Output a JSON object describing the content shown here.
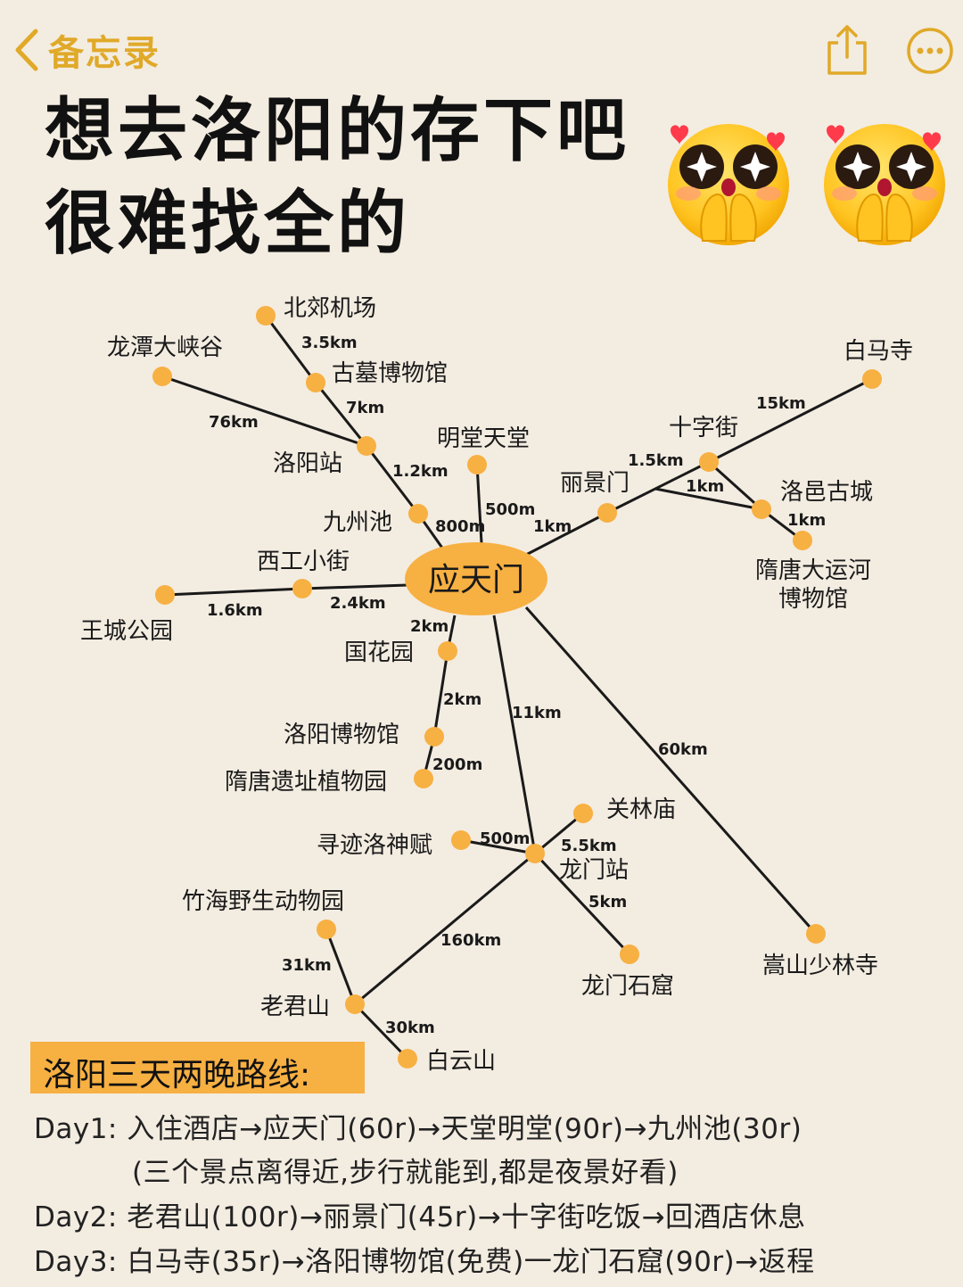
{
  "nav": {
    "back_label": "备忘录",
    "icons": [
      "chevron-left-icon",
      "share-icon",
      "more-icon"
    ]
  },
  "title": {
    "line1": "想去洛阳的存下吧",
    "line2": "很难找全的"
  },
  "decorations": [
    "pleading-face-emoji",
    "pleading-face-emoji"
  ],
  "colors": {
    "accent": "#e0a928",
    "node": "#f7b042",
    "background": "#f3ece1",
    "line": "#1a1a1a"
  },
  "map": {
    "center": "应天门",
    "places": {
      "airport": "北郊机场",
      "longtan": "龙潭大峡谷",
      "tomb": "古墓博物馆",
      "station": "洛阳站",
      "mingtang": "明堂天堂",
      "jiuzhou": "九州池",
      "xigong": "西工小街",
      "wangcheng": "王城公园",
      "guohua": "国花园",
      "museum": "洛阳博物馆",
      "suitang_park": "隋唐遗址植物园",
      "baima": "白马寺",
      "shizi": "十字街",
      "lijing": "丽景门",
      "luoyi": "洛邑古城",
      "canal": "隋唐大运河",
      "canal2": "博物馆",
      "guanlin": "关林庙",
      "xunji": "寻迹洛神赋",
      "longmen_station": "龙门站",
      "zhuhai": "竹海野生动物园",
      "laojun": "老君山",
      "baiyun": "白云山",
      "longmen_grottoes": "龙门石窟",
      "songshan": "嵩山少林寺"
    },
    "distances": {
      "airport_tomb": "3.5km",
      "tomb_station": "7km",
      "longtan_station": "76km",
      "station_jiuzhou": "1.2km",
      "jiuzhou_center": "800m",
      "mingtang_center": "500m",
      "baima_shizi": "15km",
      "lijing_shizi": "1.5km",
      "shizi_luoyi": "1km",
      "luoyi_canal": "1km",
      "center_lijing": "1km",
      "wangcheng_xigong": "1.6km",
      "xigong_center": "2.4km",
      "center_guohua": "2km",
      "guohua_museum": "2km",
      "museum_park": "200m",
      "center_longmen": "11km",
      "center_songshan": "60km",
      "xunji_longmen": "500m",
      "guanlin_longmen": "5.5km",
      "longmen_grottoes": "5km",
      "longmen_laojun": "160km",
      "zhuhai_laojun": "31km",
      "laojun_baiyun": "30km"
    }
  },
  "routes": {
    "header": "洛阳三天两晚路线:",
    "day1": "Day1: 入住酒店→应天门(60r)→天堂明堂(90r)→九州池(30r)",
    "day1_note": "(三个景点离得近,步行就能到,都是夜景好看)",
    "day2": "Day2: 老君山(100r)→丽景门(45r)→十字街吃饭→回酒店休息",
    "day3": "Day3: 白马寺(35r)→洛阳博物馆(免费)一龙门石窟(90r)→返程"
  }
}
